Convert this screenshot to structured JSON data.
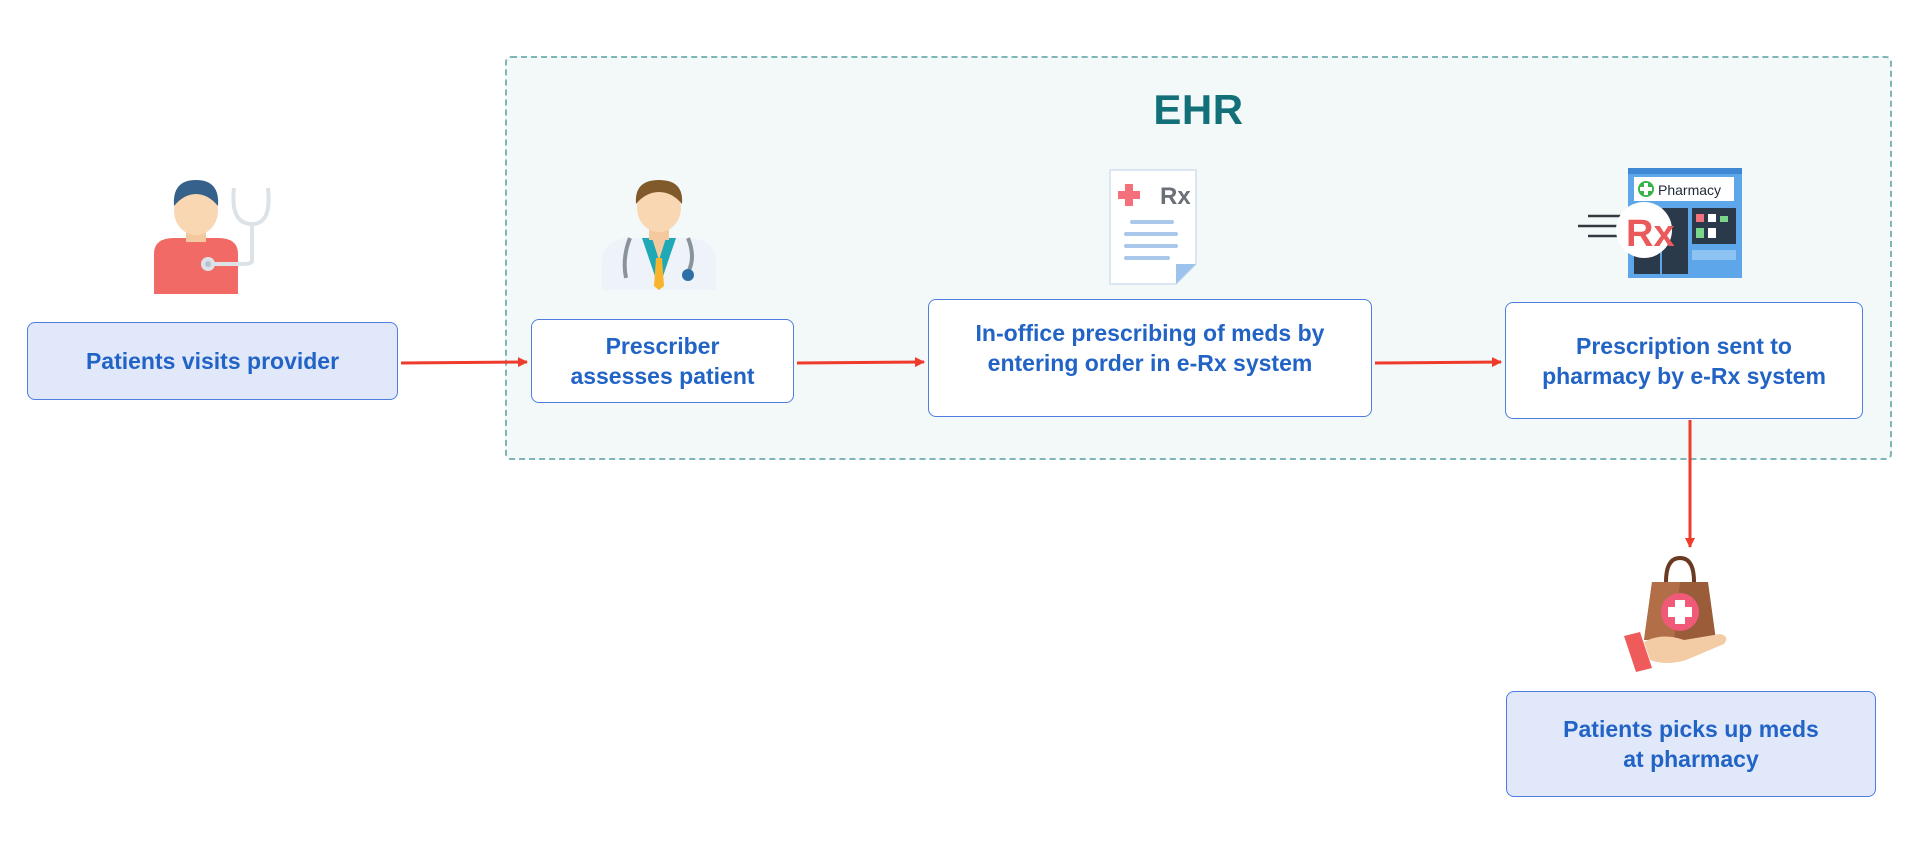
{
  "container": {
    "title": "EHR"
  },
  "steps": [
    {
      "id": "visit",
      "lines": [
        "Patients visits provider"
      ]
    },
    {
      "id": "assess",
      "lines": [
        "Prescriber",
        "assesses patient"
      ]
    },
    {
      "id": "prescribe",
      "lines": [
        "In-office prescribing of meds by",
        "entering order in e-Rx system"
      ]
    },
    {
      "id": "send",
      "lines": [
        "Prescription sent to",
        "pharmacy by e-Rx system"
      ]
    },
    {
      "id": "pickup",
      "lines": [
        "Patients picks up meds",
        "at pharmacy"
      ]
    }
  ],
  "icons": {
    "patient": "patient-stethoscope-icon",
    "doctor": "doctor-icon",
    "prescription": "prescription-rx-icon",
    "pharmacy": "pharmacy-store-icon",
    "bag": "medicine-bag-hand-icon",
    "rx_symbol": "Rx",
    "pharmacy_sign": "Pharmacy"
  },
  "colors": {
    "arrow": "#ef3b2c",
    "box_border": "#4d7ee0",
    "box_text": "#2263c6",
    "light_fill": "#e1e8fa",
    "ehr_title": "#137078",
    "ehr_fill": "#f3f9f9",
    "ehr_border": "#7fb5b6"
  }
}
